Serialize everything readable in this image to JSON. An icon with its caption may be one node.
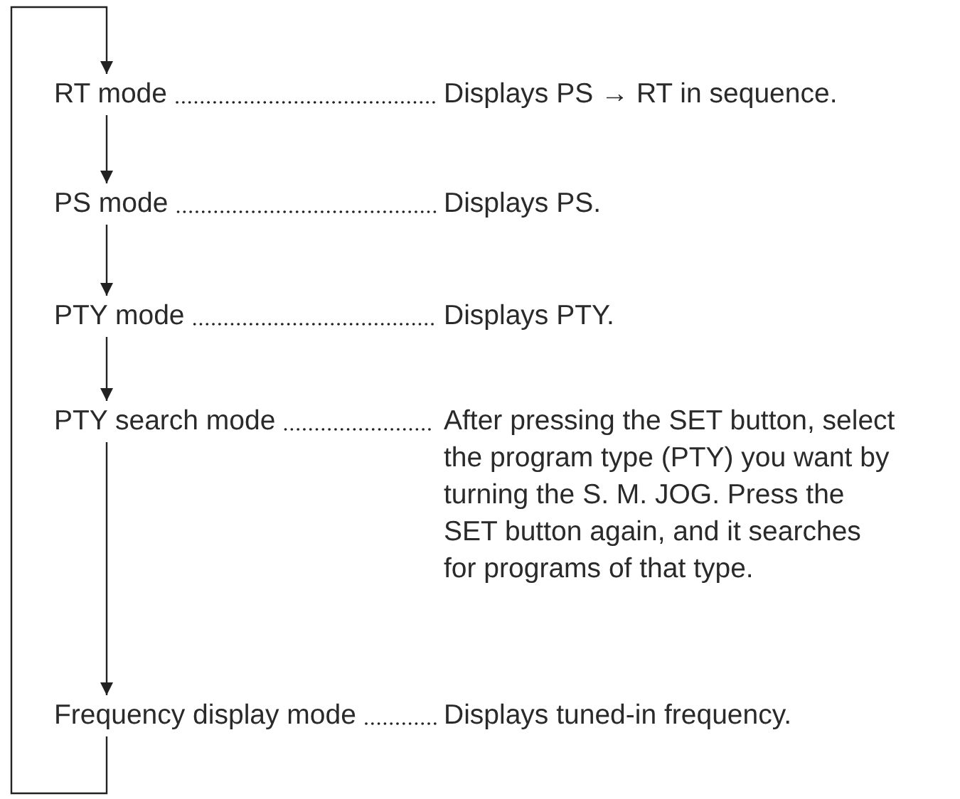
{
  "diagram": {
    "nodes": [
      {
        "text": [
          "RT mode"
        ]
      },
      {
        "text": [
          "Displays PS → RT in sequence."
        ]
      },
      {
        "text": [
          "PS mode"
        ]
      },
      {
        "text": [
          "Displays PS."
        ]
      },
      {
        "text": [
          "PTY mode"
        ]
      },
      {
        "text": [
          "Displays PTY."
        ]
      },
      {
        "text": [
          "PTY search mode"
        ]
      },
      {
        "text": [
          "After pressing the SET button, select the program type (PTY) you want by turning the S. M. JOG. Press the SET button again, and it searches for programs of that type."
        ]
      },
      {
        "text": [
          "Frequency display mode"
        ]
      },
      {
        "text": [
          "Displays tuned-in frequency."
        ]
      }
    ],
    "edges": [
      {
        "from": 0,
        "to": 1,
        "arrow": "none",
        "style": "dashed"
      },
      {
        "from": 2,
        "to": 3,
        "arrow": "none",
        "style": "dashed"
      },
      {
        "from": 4,
        "to": 5,
        "arrow": "none",
        "style": "dashed"
      },
      {
        "from": 6,
        "to": 7,
        "arrow": "none",
        "style": "dashed"
      },
      {
        "from": 8,
        "to": 9,
        "arrow": "none",
        "style": "dashed"
      },
      {
        "from": 0,
        "to": 2,
        "arrow": "to"
      },
      {
        "from": 2,
        "to": 4,
        "arrow": "to"
      },
      {
        "from": 4,
        "to": 6,
        "arrow": "to"
      },
      {
        "from": 6,
        "to": 8,
        "arrow": "to"
      },
      {
        "from": 8,
        "to": 0,
        "arrow": "to"
      }
    ]
  }
}
